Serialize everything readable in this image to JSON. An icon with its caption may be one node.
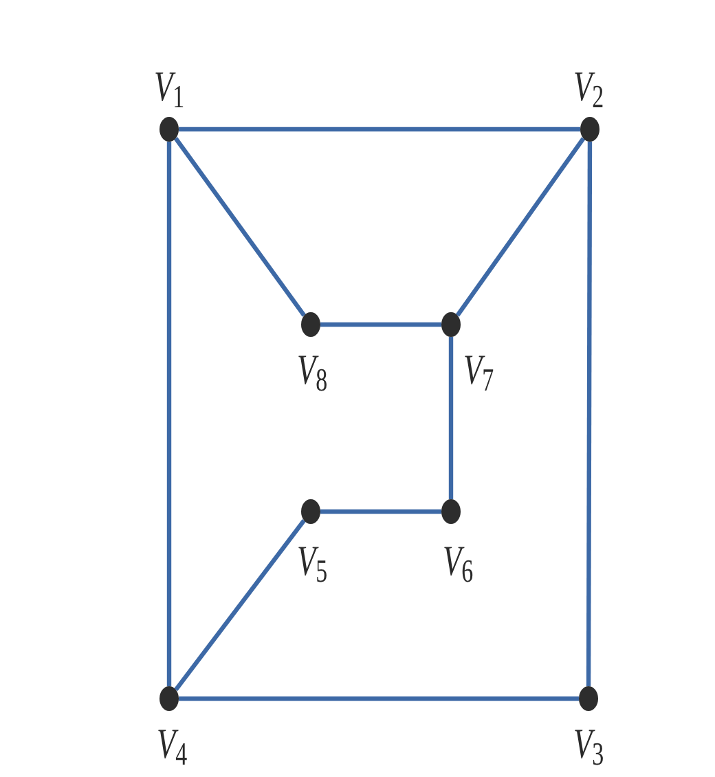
{
  "diagram": {
    "nodes": [
      {
        "text": [],
        "shape": "circle",
        "beside": [
          "*V*$_{1}$"
        ]
      },
      {
        "text": [],
        "shape": "circle",
        "beside": [
          "*V*$_{2}$"
        ]
      },
      {
        "text": [],
        "shape": "circle",
        "beside": [
          "*V*$_{3}$"
        ]
      },
      {
        "text": [],
        "shape": "circle",
        "beside": [
          "*V*$_{4}$"
        ]
      },
      {
        "text": [],
        "shape": "circle",
        "beside": [
          "*V*$_{5}$"
        ]
      },
      {
        "text": [],
        "shape": "circle",
        "beside": [
          "*V*$_{6}$"
        ]
      },
      {
        "text": [],
        "shape": "circle",
        "beside": [
          "*V*$_{7}$"
        ]
      },
      {
        "text": [],
        "shape": "circle",
        "beside": [
          "*V*$_{8}$"
        ]
      }
    ],
    "edges": [
      {
        "from": 0,
        "to": 1,
        "arrow": "none"
      },
      {
        "from": 1,
        "to": 2,
        "arrow": "none"
      },
      {
        "from": 2,
        "to": 3,
        "arrow": "none"
      },
      {
        "from": 3,
        "to": 0,
        "arrow": "none"
      },
      {
        "from": 0,
        "to": 7,
        "arrow": "none"
      },
      {
        "from": 7,
        "to": 6,
        "arrow": "none"
      },
      {
        "from": 6,
        "to": 1,
        "arrow": "none"
      },
      {
        "from": 6,
        "to": 5,
        "arrow": "none"
      },
      {
        "from": 5,
        "to": 4,
        "arrow": "none"
      },
      {
        "from": 4,
        "to": 3,
        "arrow": "none"
      }
    ]
  }
}
